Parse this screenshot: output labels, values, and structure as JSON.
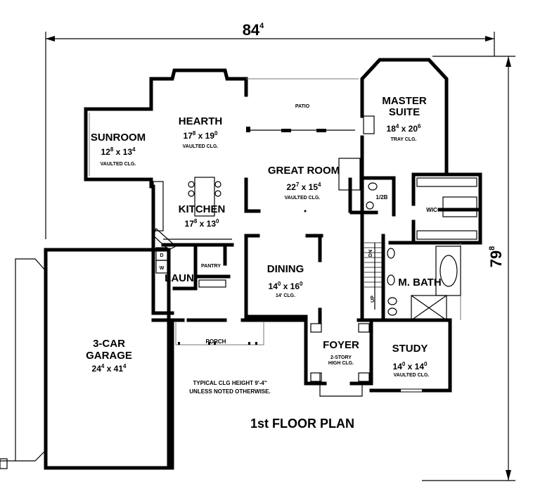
{
  "overall": {
    "width": {
      "ft": "84",
      "in": "4"
    },
    "depth": {
      "ft": "79",
      "in": "8"
    }
  },
  "rooms": {
    "sunroom": {
      "name": "SUNROOM",
      "w": "12",
      "w_in": "8",
      "d": "13",
      "d_in": "4",
      "note": "VAULTED CLG."
    },
    "hearth": {
      "name": "HEARTH",
      "w": "17",
      "w_in": "8",
      "d": "19",
      "d_in": "0",
      "note": "VAULTED CLG."
    },
    "patio": {
      "name": "PATIO"
    },
    "master_suite": {
      "name_line1": "MASTER",
      "name_line2": "SUITE",
      "w": "18",
      "w_in": "4",
      "d": "20",
      "d_in": "6",
      "note": "TRAY CLG."
    },
    "great_room": {
      "name": "GREAT ROOM",
      "w": "22",
      "w_in": "7",
      "d": "15",
      "d_in": "4",
      "note": "VAULTED CLG."
    },
    "half_bath": {
      "name": "1/2B"
    },
    "wic": {
      "name": "WIC"
    },
    "kitchen": {
      "name": "KITCHEN",
      "w": "17",
      "w_in": "8",
      "d": "13",
      "d_in": "0"
    },
    "laundry": {
      "name": "LAUN",
      "dryer": "D",
      "washer": "W"
    },
    "pantry": {
      "name": "PANTRY"
    },
    "dining": {
      "name": "DINING",
      "w": "14",
      "w_in": "0",
      "d": "16",
      "d_in": "0",
      "note": "14' CLG."
    },
    "stairs": {
      "dn": "DN",
      "up": "UP"
    },
    "master_bath": {
      "name": "M. BATH"
    },
    "garage": {
      "name_line1": "3-CAR",
      "name_line2": "GARAGE",
      "w": "24",
      "w_in": "4",
      "d": "41",
      "d_in": "4"
    },
    "porch": {
      "name": "PORCH"
    },
    "foyer": {
      "name": "FOYER",
      "note_line1": "2-STORY",
      "note_line2": "HIGH CLG."
    },
    "study": {
      "name": "STUDY",
      "w": "14",
      "w_in": "0",
      "d": "14",
      "d_in": "0",
      "note": "VAULTED CLG."
    }
  },
  "notes": {
    "line1": "TYPICAL CLG HEIGHT 9'-4\"",
    "line2": "UNLESS NOTED OTHERWISE."
  },
  "plan_title": "1st FLOOR PLAN"
}
